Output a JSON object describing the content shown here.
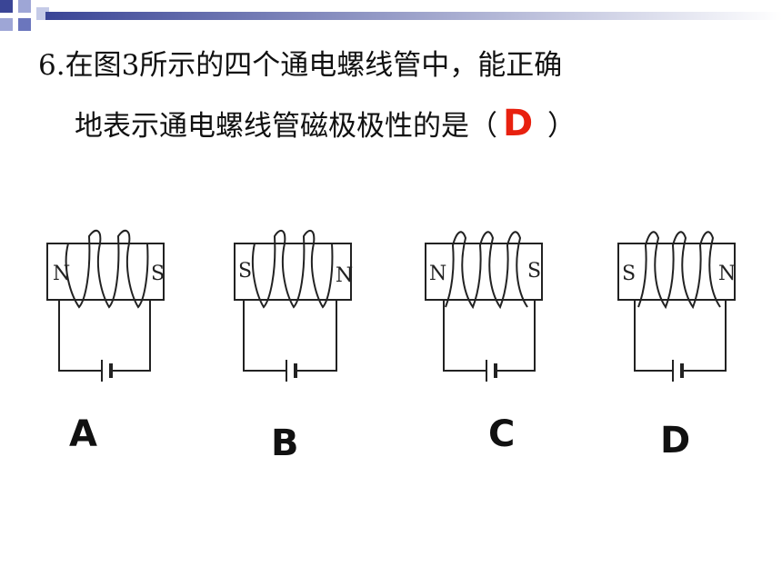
{
  "question": {
    "line1": "6.在图3所示的四个通电螺线管中，能正确",
    "line2_prefix": "地表示通电螺线管磁极极性的是（",
    "answer": "D",
    "line2_suffix": " ）"
  },
  "options": [
    {
      "label": "A",
      "left_pole": "N",
      "right_pole": "S"
    },
    {
      "label": "B",
      "left_pole": "S",
      "right_pole": "N"
    },
    {
      "label": "C",
      "left_pole": "N",
      "right_pole": "S"
    },
    {
      "label": "D",
      "left_pole": "S",
      "right_pole": "N"
    }
  ],
  "colors": {
    "answer": "#e8210f",
    "deco": "#2f3a8f"
  }
}
